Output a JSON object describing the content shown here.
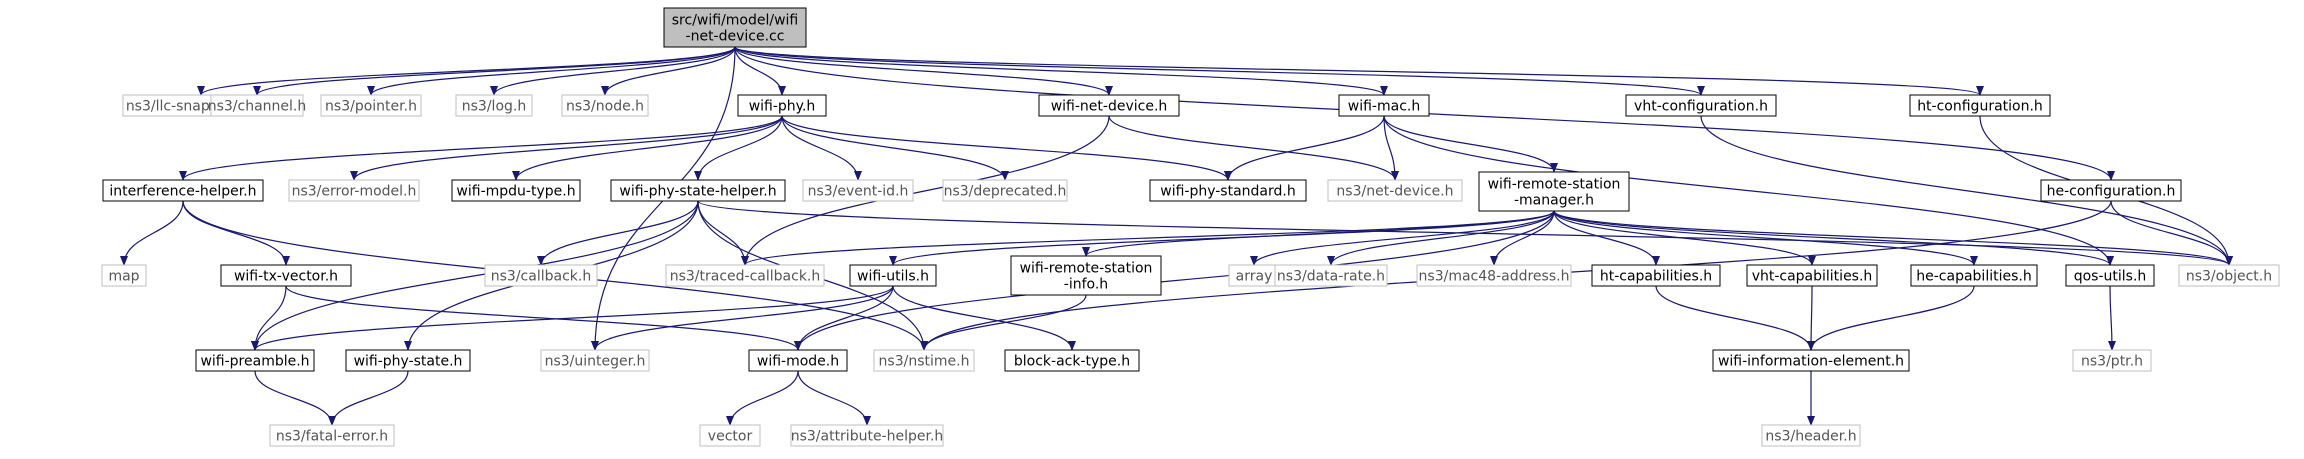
{
  "colors": {
    "edge": "#191970",
    "node_border": "#000000",
    "external_border": "#bfbfbf",
    "external_text": "#555555",
    "root_fill": "#bfbfbf",
    "fill": "#ffffff"
  },
  "nodes": [
    {
      "id": "root",
      "lines": [
        "src/wifi/model/wifi",
        "-net-device.cc"
      ],
      "kind": "root"
    },
    {
      "id": "llc",
      "lines": [
        "ns3/llc-snap-header.h"
      ],
      "kind": "external"
    },
    {
      "id": "channel",
      "lines": [
        "ns3/channel.h"
      ],
      "kind": "external"
    },
    {
      "id": "pointer",
      "lines": [
        "ns3/pointer.h"
      ],
      "kind": "external"
    },
    {
      "id": "log",
      "lines": [
        "ns3/log.h"
      ],
      "kind": "external"
    },
    {
      "id": "node",
      "lines": [
        "ns3/node.h"
      ],
      "kind": "external"
    },
    {
      "id": "wifiphy",
      "lines": [
        "wifi-phy.h"
      ],
      "kind": "internal"
    },
    {
      "id": "wifinetdev",
      "lines": [
        "wifi-net-device.h"
      ],
      "kind": "internal"
    },
    {
      "id": "wifimac",
      "lines": [
        "wifi-mac.h"
      ],
      "kind": "internal"
    },
    {
      "id": "vhtconf",
      "lines": [
        "vht-configuration.h"
      ],
      "kind": "internal"
    },
    {
      "id": "htconf",
      "lines": [
        "ht-configuration.h"
      ],
      "kind": "internal"
    },
    {
      "id": "interf",
      "lines": [
        "interference-helper.h"
      ],
      "kind": "internal"
    },
    {
      "id": "errmodel",
      "lines": [
        "ns3/error-model.h"
      ],
      "kind": "external"
    },
    {
      "id": "mpdutype",
      "lines": [
        "wifi-mpdu-type.h"
      ],
      "kind": "internal"
    },
    {
      "id": "phystatehelper",
      "lines": [
        "wifi-phy-state-helper.h"
      ],
      "kind": "internal"
    },
    {
      "id": "eventid",
      "lines": [
        "ns3/event-id.h"
      ],
      "kind": "external"
    },
    {
      "id": "deprecated",
      "lines": [
        "ns3/deprecated.h"
      ],
      "kind": "external"
    },
    {
      "id": "phystandard",
      "lines": [
        "wifi-phy-standard.h"
      ],
      "kind": "internal"
    },
    {
      "id": "netdevice",
      "lines": [
        "ns3/net-device.h"
      ],
      "kind": "external"
    },
    {
      "id": "rsm",
      "lines": [
        "wifi-remote-station",
        "-manager.h"
      ],
      "kind": "internal"
    },
    {
      "id": "heconf",
      "lines": [
        "he-configuration.h"
      ],
      "kind": "internal"
    },
    {
      "id": "map",
      "lines": [
        "map"
      ],
      "kind": "external"
    },
    {
      "id": "txvector",
      "lines": [
        "wifi-tx-vector.h"
      ],
      "kind": "internal"
    },
    {
      "id": "callback",
      "lines": [
        "ns3/callback.h"
      ],
      "kind": "external"
    },
    {
      "id": "traced",
      "lines": [
        "ns3/traced-callback.h"
      ],
      "kind": "external"
    },
    {
      "id": "utils",
      "lines": [
        "wifi-utils.h"
      ],
      "kind": "internal"
    },
    {
      "id": "rsinfo",
      "lines": [
        "wifi-remote-station",
        "-info.h"
      ],
      "kind": "internal"
    },
    {
      "id": "array",
      "lines": [
        "array"
      ],
      "kind": "external"
    },
    {
      "id": "datarate",
      "lines": [
        "ns3/data-rate.h"
      ],
      "kind": "external"
    },
    {
      "id": "mac48",
      "lines": [
        "ns3/mac48-address.h"
      ],
      "kind": "external"
    },
    {
      "id": "htcap",
      "lines": [
        "ht-capabilities.h"
      ],
      "kind": "internal"
    },
    {
      "id": "vhtcap",
      "lines": [
        "vht-capabilities.h"
      ],
      "kind": "internal"
    },
    {
      "id": "hecap",
      "lines": [
        "he-capabilities.h"
      ],
      "kind": "internal"
    },
    {
      "id": "qos",
      "lines": [
        "qos-utils.h"
      ],
      "kind": "internal"
    },
    {
      "id": "object",
      "lines": [
        "ns3/object.h"
      ],
      "kind": "external"
    },
    {
      "id": "preamble",
      "lines": [
        "wifi-preamble.h"
      ],
      "kind": "internal"
    },
    {
      "id": "phystate",
      "lines": [
        "wifi-phy-state.h"
      ],
      "kind": "internal"
    },
    {
      "id": "uinteger",
      "lines": [
        "ns3/uinteger.h"
      ],
      "kind": "external"
    },
    {
      "id": "mode",
      "lines": [
        "wifi-mode.h"
      ],
      "kind": "internal"
    },
    {
      "id": "nstime",
      "lines": [
        "ns3/nstime.h"
      ],
      "kind": "external"
    },
    {
      "id": "blockack",
      "lines": [
        "block-ack-type.h"
      ],
      "kind": "internal"
    },
    {
      "id": "infoelem",
      "lines": [
        "wifi-information-element.h"
      ],
      "kind": "internal"
    },
    {
      "id": "ptr",
      "lines": [
        "ns3/ptr.h"
      ],
      "kind": "external"
    },
    {
      "id": "fatal",
      "lines": [
        "ns3/fatal-error.h"
      ],
      "kind": "external"
    },
    {
      "id": "vector",
      "lines": [
        "vector"
      ],
      "kind": "external"
    },
    {
      "id": "attrhelper",
      "lines": [
        "ns3/attribute-helper.h"
      ],
      "kind": "external"
    },
    {
      "id": "header",
      "lines": [
        "ns3/header.h"
      ],
      "kind": "external"
    }
  ],
  "edges": [
    [
      "root",
      "llc"
    ],
    [
      "root",
      "channel"
    ],
    [
      "root",
      "pointer"
    ],
    [
      "root",
      "log"
    ],
    [
      "root",
      "node"
    ],
    [
      "root",
      "wifiphy"
    ],
    [
      "root",
      "wifinetdev"
    ],
    [
      "root",
      "wifimac"
    ],
    [
      "root",
      "vhtconf"
    ],
    [
      "root",
      "htconf"
    ],
    [
      "root",
      "heconf"
    ],
    [
      "root",
      "uinteger"
    ],
    [
      "wifiphy",
      "interf"
    ],
    [
      "wifiphy",
      "errmodel"
    ],
    [
      "wifiphy",
      "mpdutype"
    ],
    [
      "wifiphy",
      "phystatehelper"
    ],
    [
      "wifiphy",
      "eventid"
    ],
    [
      "wifiphy",
      "deprecated"
    ],
    [
      "wifiphy",
      "phystandard"
    ],
    [
      "wifinetdev",
      "netdevice"
    ],
    [
      "wifinetdev",
      "traced"
    ],
    [
      "wifimac",
      "phystandard"
    ],
    [
      "wifimac",
      "netdevice"
    ],
    [
      "wifimac",
      "rsm"
    ],
    [
      "wifimac",
      "qos"
    ],
    [
      "vhtconf",
      "object"
    ],
    [
      "htconf",
      "object"
    ],
    [
      "heconf",
      "object"
    ],
    [
      "heconf",
      "nstime"
    ],
    [
      "interf",
      "map"
    ],
    [
      "interf",
      "txvector"
    ],
    [
      "interf",
      "nstime"
    ],
    [
      "phystatehelper",
      "preamble"
    ],
    [
      "phystatehelper",
      "phystate"
    ],
    [
      "phystatehelper",
      "callback"
    ],
    [
      "phystatehelper",
      "traced"
    ],
    [
      "phystatehelper",
      "object"
    ],
    [
      "phystatehelper",
      "nstime"
    ],
    [
      "txvector",
      "preamble"
    ],
    [
      "txvector",
      "mode"
    ],
    [
      "rsm",
      "traced"
    ],
    [
      "rsm",
      "utils"
    ],
    [
      "rsm",
      "rsinfo"
    ],
    [
      "rsm",
      "array"
    ],
    [
      "rsm",
      "datarate"
    ],
    [
      "rsm",
      "mac48"
    ],
    [
      "rsm",
      "htcap"
    ],
    [
      "rsm",
      "vhtcap"
    ],
    [
      "rsm",
      "hecap"
    ],
    [
      "rsm",
      "qos"
    ],
    [
      "rsm",
      "object"
    ],
    [
      "rsm",
      "mode"
    ],
    [
      "utils",
      "preamble"
    ],
    [
      "utils",
      "mode"
    ],
    [
      "utils",
      "blockack"
    ],
    [
      "utils",
      "uinteger"
    ],
    [
      "rsinfo",
      "nstime"
    ],
    [
      "htcap",
      "infoelem"
    ],
    [
      "vhtcap",
      "infoelem"
    ],
    [
      "hecap",
      "infoelem"
    ],
    [
      "qos",
      "ptr"
    ],
    [
      "infoelem",
      "header"
    ],
    [
      "preamble",
      "fatal"
    ],
    [
      "phystate",
      "fatal"
    ],
    [
      "mode",
      "vector"
    ],
    [
      "mode",
      "attrhelper"
    ]
  ]
}
